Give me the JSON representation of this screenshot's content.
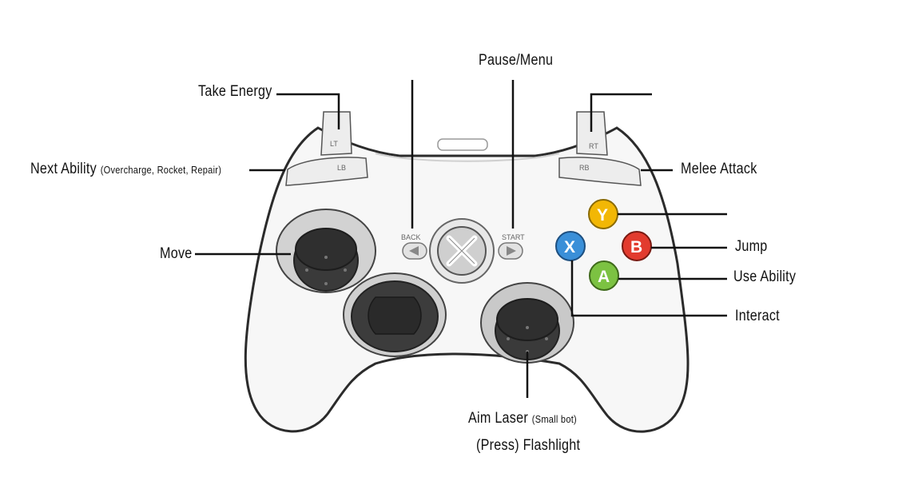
{
  "title": "Pause/Menu",
  "labels": {
    "take_energy": "Take Energy",
    "next_ability": "Next Ability",
    "next_ability_detail": "(Overcharge, Rocket, Repair)",
    "move": "Move",
    "melee_attack": "Melee Attack",
    "jump": "Jump",
    "use_ability": "Use Ability",
    "interact": "Interact",
    "aim_laser": "Aim Laser",
    "aim_laser_detail": "(Small bot)",
    "flashlight": "(Press) Flashlight"
  },
  "controller_markings": {
    "lt": "LT",
    "rt": "RT",
    "lb": "LB",
    "rb": "RB",
    "back": "BACK",
    "start": "START",
    "y": "Y",
    "x": "X",
    "b": "B",
    "a": "A"
  },
  "colors": {
    "y": "#f2b705",
    "x": "#3a8fd8",
    "b": "#e23b2e",
    "a": "#7cc242",
    "line": "#111111",
    "body": "#f7f7f7",
    "outline": "#2b2b2b"
  }
}
